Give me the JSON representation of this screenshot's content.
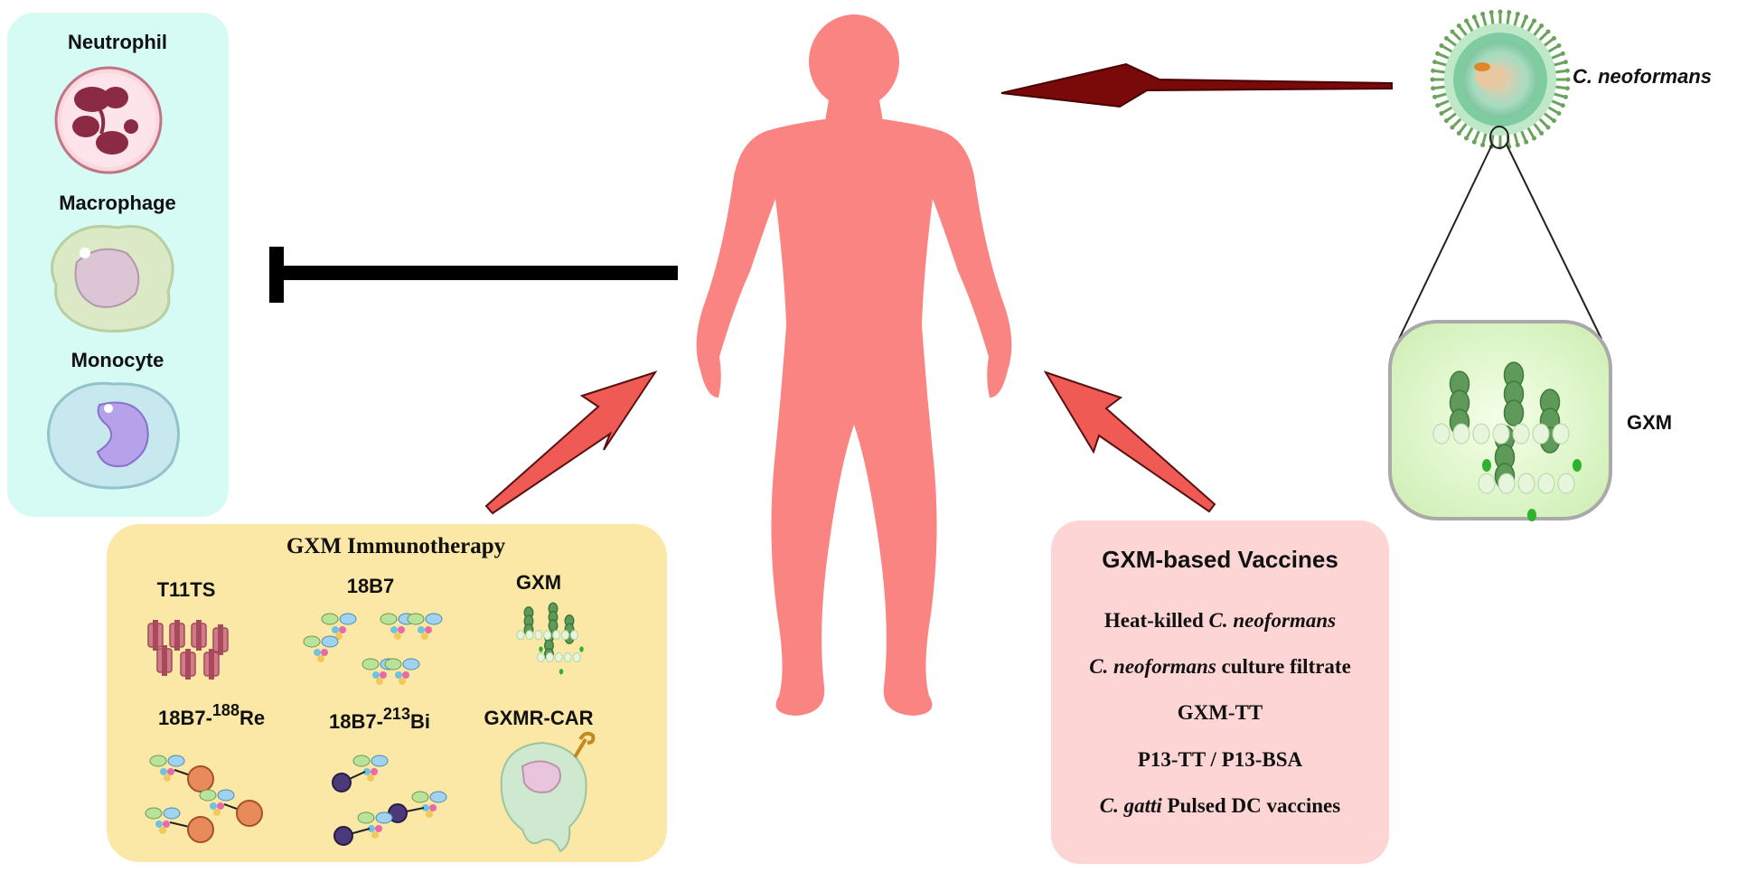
{
  "left_panel": {
    "cells": [
      "Neutrophil",
      "Macrophage",
      "Monocyte"
    ]
  },
  "pathogen": {
    "name": "C. neoformans",
    "zoom_label": "GXM"
  },
  "immunotherapy": {
    "title": "GXM Immunotherapy",
    "items": [
      {
        "base": "T11TS",
        "sup": "",
        "suffix": ""
      },
      {
        "base": "18B7",
        "sup": "",
        "suffix": ""
      },
      {
        "base": "GXM",
        "sup": "",
        "suffix": ""
      },
      {
        "base": "18B7-",
        "sup": "188",
        "suffix": "Re"
      },
      {
        "base": "18B7-",
        "sup": "213",
        "suffix": "Bi"
      },
      {
        "base": "GXMR-CAR",
        "sup": "",
        "suffix": ""
      }
    ]
  },
  "vaccines": {
    "title": "GXM-based Vaccines",
    "items": [
      {
        "pre": "Heat-killed ",
        "italic": "C. neoformans",
        "post": ""
      },
      {
        "pre": "",
        "italic": "C. neoformans",
        "post": " culture filtrate"
      },
      {
        "pre": "GXM-TT",
        "italic": "",
        "post": ""
      },
      {
        "pre": "P13-TT / P13-BSA",
        "italic": "",
        "post": ""
      },
      {
        "pre": "",
        "italic": "C. gatti",
        "post": " Pulsed DC vaccines"
      }
    ]
  },
  "colors": {
    "human": "#f98481",
    "left_panel_bg": "#d6fbf5",
    "immuno_bg": "#fbe8a6",
    "vaccine_bg": "#fdd5d5",
    "arrow_red": "#f05a54",
    "arrow_dark": "#7a0a0a",
    "inhibition": "#000000",
    "gxm_green": "#5f9a5a"
  }
}
